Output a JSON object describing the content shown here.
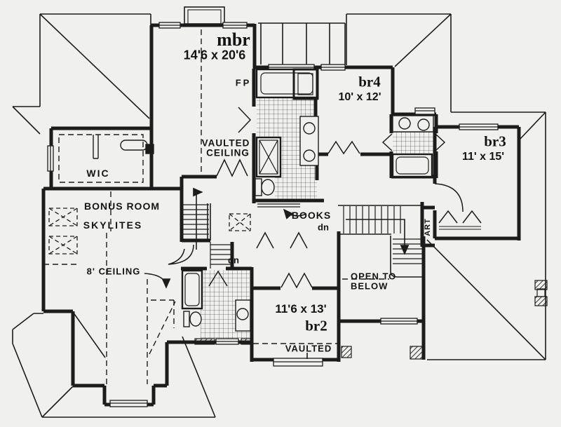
{
  "page": {
    "background_color": "#f0f0ee",
    "ink_color": "#1c1c1c",
    "type": "second-floor house plan drawing"
  },
  "plan": {
    "rooms": [
      {
        "id": "mbr",
        "name": "mbr",
        "dimensions": "14'6 x 20'6",
        "features": [
          "FP",
          "VAULTED CEILING"
        ]
      },
      {
        "id": "br4",
        "name": "br4",
        "dimensions": "10' x 12'"
      },
      {
        "id": "br3",
        "name": "br3",
        "dimensions": "11' x 15'"
      },
      {
        "id": "br2",
        "name": "br2",
        "dimensions": "11'6 x 13'",
        "features": [
          "VAULTED"
        ]
      },
      {
        "id": "wic",
        "name": "WIC"
      },
      {
        "id": "bonus",
        "name": "BONUS ROOM",
        "features": [
          "SKYLITES",
          "8' CEILING"
        ]
      },
      {
        "id": "open",
        "name": "OPEN TO BELOW"
      }
    ],
    "labels": {
      "mbr_name": "mbr",
      "mbr_dim": "14'6 x 20'6",
      "fireplace": "FP",
      "br4_name": "br4",
      "br4_dim": "10' x 12'",
      "br3_name": "br3",
      "br3_dim": "11' x 15'",
      "br2_dim": "11'6 x 13'",
      "br2_name": "br2",
      "br2_vaulted": "VAULTED",
      "wic": "WIC",
      "vaulted_1": "VAULTED",
      "vaulted_2": "CEILING",
      "bonus_room": "BONUS ROOM",
      "skylights": "SKYLITES",
      "books": "BOOKS",
      "down_main": "dn",
      "down_back": "dn",
      "ceiling_8ft": "8'  CEILING",
      "open_below_1": "OPEN TO",
      "open_below_2": "BELOW",
      "art_niche": "ART"
    }
  }
}
